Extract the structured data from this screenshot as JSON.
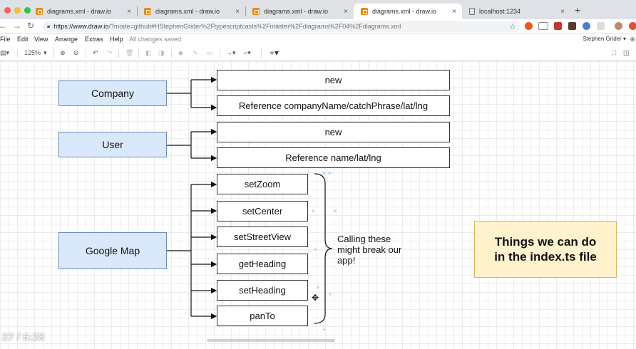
{
  "browser": {
    "tabs": [
      {
        "title": "diagrams.xml - draw.io",
        "active": false,
        "icon": "drawio-icon"
      },
      {
        "title": "diagrams.xml - draw.io",
        "active": false,
        "icon": "drawio-icon"
      },
      {
        "title": "diagrams.xml - draw.io",
        "active": false,
        "icon": "drawio-icon"
      },
      {
        "title": "diagrams.xml - draw.io",
        "active": true,
        "icon": "drawio-icon"
      },
      {
        "title": "localhost:1234",
        "active": false,
        "icon": "page-icon"
      }
    ],
    "close_glyph": "×",
    "new_tab_glyph": "+",
    "url_host": "https://www.draw.io",
    "url_rest": "/?mode=github#HStephenGrider%2Ftypescriptcasts%2Fmaster%2Fdiagrams%2F04%2Fdiagrams.xml"
  },
  "menu": {
    "items": [
      "File",
      "Edit",
      "View",
      "Arrange",
      "Extras",
      "Help"
    ],
    "status": "All changes saved",
    "user": "Stephen Grider ▾"
  },
  "toolbar": {
    "zoom": "125%"
  },
  "diagram": {
    "entities": [
      "Company",
      "User",
      "Google Map"
    ],
    "company_items": [
      "new",
      "Reference companyName/catchPhrase/lat/lng"
    ],
    "user_items": [
      "new",
      "Reference name/lat/lng"
    ],
    "map_methods": [
      "setZoom",
      "setCenter",
      "setStreetView",
      "getHeading",
      "setHeading",
      "panTo"
    ],
    "brace_note": [
      "Calling these",
      "might break our",
      "app!"
    ],
    "sticky_note": [
      "Things we can do",
      "in the index.ts file"
    ]
  },
  "video": {
    "time": "27 / 6:28"
  },
  "colors": {
    "entity_fill": "#dae8fc",
    "entity_stroke": "#6c8ebf",
    "sticky_fill": "#fff2cc",
    "sticky_stroke": "#d6b656"
  }
}
